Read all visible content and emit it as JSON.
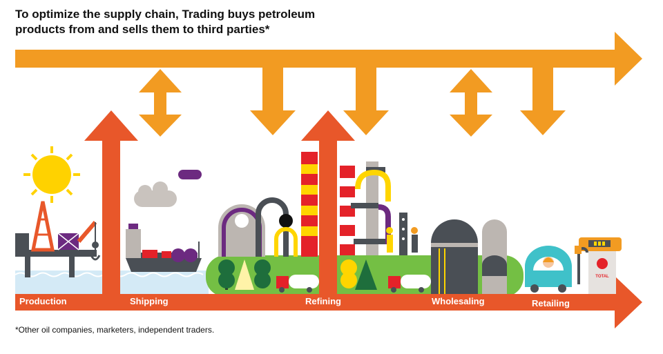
{
  "title": {
    "line1": "To optimize the supply chain, Trading buys petroleum",
    "line2": "products from and sells them to third parties*"
  },
  "stages": [
    {
      "id": "production",
      "label": "Production"
    },
    {
      "id": "shipping",
      "label": "Shipping"
    },
    {
      "id": "refining",
      "label": "Refining"
    },
    {
      "id": "wholesaling",
      "label": "Wholesaling"
    },
    {
      "id": "retailing",
      "label": "Retailing"
    }
  ],
  "footnote": "*Other oil companies, marketers, independent traders.",
  "brand": {
    "pump_logo": "TOTAL"
  },
  "colors": {
    "trading_arrow": "#F29B22",
    "flow_arrow": "#E8572A",
    "sun": "#FFD200",
    "water": "#D4EAF6",
    "grass": "#74BF44",
    "steel": "#4A4F55",
    "yellow": "#FFD500",
    "red": "#E42229",
    "purple": "#6C2A80",
    "grey": "#BCB6B1"
  }
}
